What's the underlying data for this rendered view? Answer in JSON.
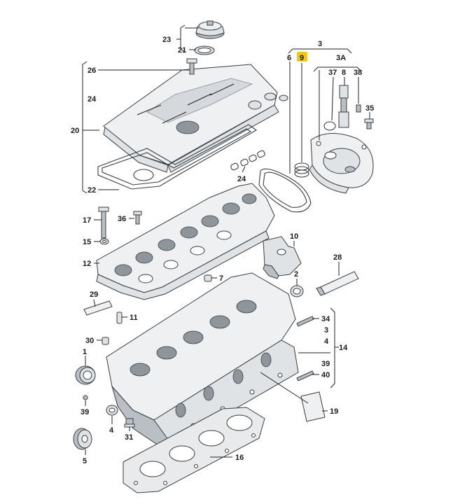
{
  "labels": [
    {
      "id": "l23",
      "text": "23"
    },
    {
      "id": "l21",
      "text": "21"
    },
    {
      "id": "l26",
      "text": "26"
    },
    {
      "id": "l24a",
      "text": "24"
    },
    {
      "id": "l20",
      "text": "20"
    },
    {
      "id": "l22",
      "text": "22"
    },
    {
      "id": "l24b",
      "text": "24"
    },
    {
      "id": "l3",
      "text": "3"
    },
    {
      "id": "l6",
      "text": "6"
    },
    {
      "id": "l9",
      "text": "9"
    },
    {
      "id": "l3A",
      "text": "3A"
    },
    {
      "id": "l37",
      "text": "37"
    },
    {
      "id": "l8",
      "text": "8"
    },
    {
      "id": "l38",
      "text": "38"
    },
    {
      "id": "l35",
      "text": "35"
    },
    {
      "id": "l17",
      "text": "17"
    },
    {
      "id": "l36",
      "text": "36"
    },
    {
      "id": "l15",
      "text": "15"
    },
    {
      "id": "l12",
      "text": "12"
    },
    {
      "id": "l10",
      "text": "10"
    },
    {
      "id": "l28",
      "text": "28"
    },
    {
      "id": "l7",
      "text": "7"
    },
    {
      "id": "l2",
      "text": "2"
    },
    {
      "id": "l29",
      "text": "29"
    },
    {
      "id": "l11",
      "text": "11"
    },
    {
      "id": "l34",
      "text": "34"
    },
    {
      "id": "l3b",
      "text": "3"
    },
    {
      "id": "l4b",
      "text": "4"
    },
    {
      "id": "l14",
      "text": "14"
    },
    {
      "id": "l30",
      "text": "30"
    },
    {
      "id": "l1",
      "text": "1"
    },
    {
      "id": "l39a",
      "text": "39"
    },
    {
      "id": "l40",
      "text": "40"
    },
    {
      "id": "l39b",
      "text": "39"
    },
    {
      "id": "l4",
      "text": "4"
    },
    {
      "id": "l31",
      "text": "31"
    },
    {
      "id": "l19",
      "text": "19"
    },
    {
      "id": "l5",
      "text": "5"
    },
    {
      "id": "l16",
      "text": "16"
    }
  ],
  "highlight_color": "#f5c518",
  "highlighted_label": "9"
}
